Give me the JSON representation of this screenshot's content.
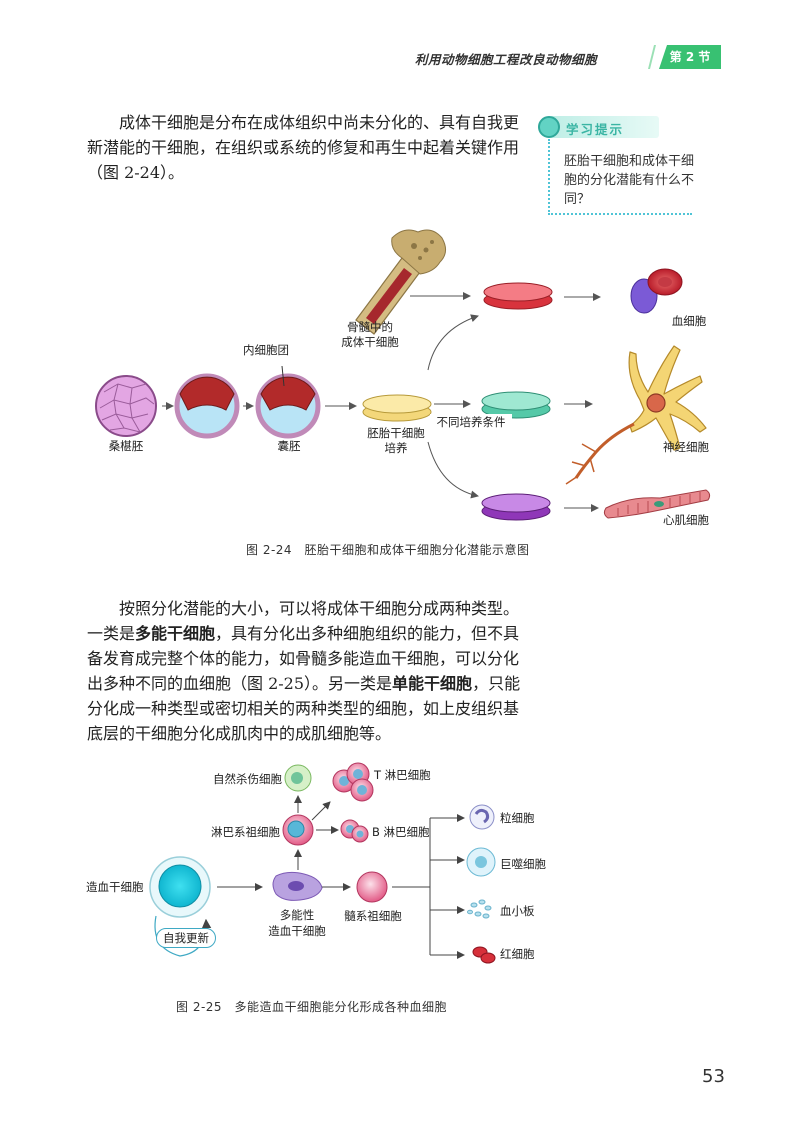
{
  "header": {
    "section_title": "利用动物细胞工程改良动物细胞",
    "section_badge": "第 2 节"
  },
  "paragraph1": "成体干细胞是分布在成体组织中尚未分化的、具有自我更新潜能的干细胞，在组织或系统的修复和再生中起着关键作用（图 2-24）。",
  "tip": {
    "heading": "学习提示",
    "text": "胚胎干细胞和成体干细胞的分化潜能有什么不同？"
  },
  "figure_2_24": {
    "labels": {
      "morula": "桑椹胚",
      "inner_cell_mass": "内细胞团",
      "blastocyst": "囊胚",
      "esc_culture_l1": "胚胎干细胞",
      "esc_culture_l2": "培养",
      "bone_marrow_l1": "骨髓中的",
      "bone_marrow_l2": "成体干细胞",
      "conditions": "不同培养条件",
      "blood_cell": "血细胞",
      "nerve_cell": "神经细胞",
      "cardiac_cell": "心肌细胞"
    },
    "caption": "图 2-24　胚胎干细胞和成体干细胞分化潜能示意图"
  },
  "paragraph2": {
    "s1": "按照分化潜能的大小，可以将成体干细胞分成两种类型。一类是",
    "b1": "多能干细胞",
    "s2": "，具有分化出多种细胞组织的能力，但不具备发育成完整个体的能力，如骨髓多能造血干细胞，可以分化出多种不同的血细胞（图 2-25）。另一类是",
    "b2": "单能干细胞",
    "s3": "，只能分化成一种类型或密切相关的两种类型的细胞，如上皮组织基底层的干细胞分化成肌肉中的成肌细胞等。"
  },
  "figure_2_25": {
    "labels": {
      "hsc": "造血干细胞",
      "self_renewal": "自我更新",
      "multipotent_l1": "多能性",
      "multipotent_l2": "造血干细胞",
      "lymphoid": "淋巴系祖细胞",
      "nk": "自然杀伤细胞",
      "t_cell": "T 淋巴细胞",
      "b_cell": "B 淋巴细胞",
      "myeloid": "髓系祖细胞",
      "granulocyte": "粒细胞",
      "macrophage": "巨噬细胞",
      "platelet": "血小板",
      "rbc": "红细胞"
    },
    "caption": "图 2-25　多能造血干细胞能分化形成各种血细胞"
  },
  "page_number": "53"
}
